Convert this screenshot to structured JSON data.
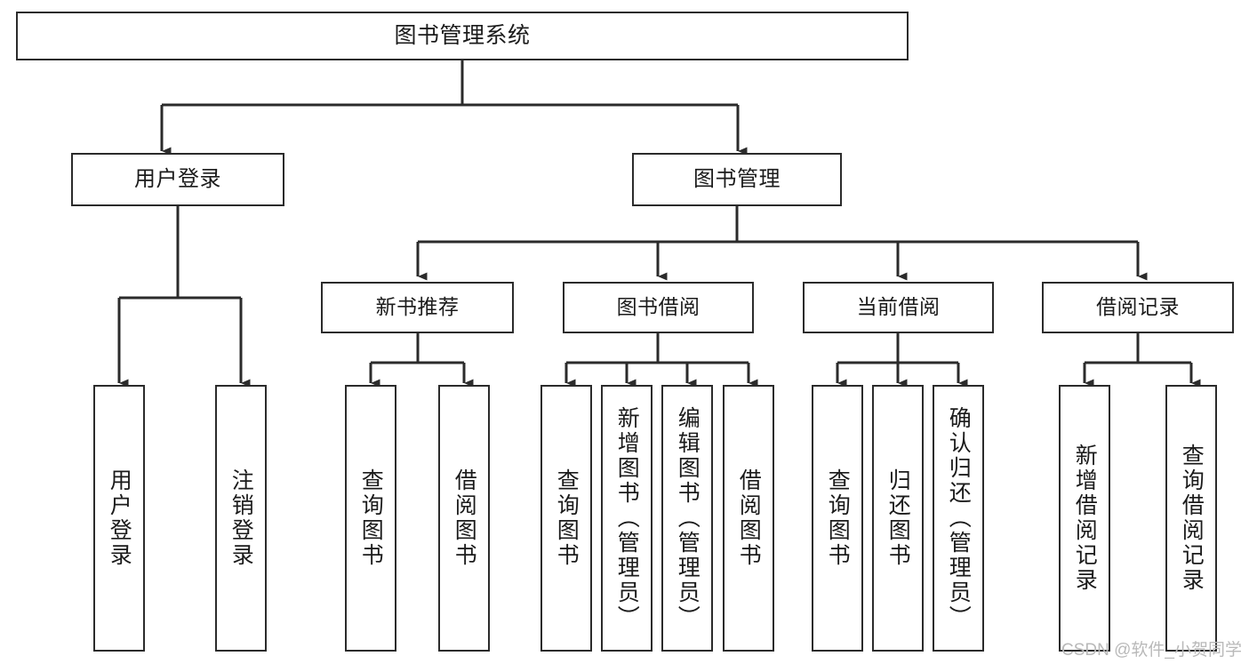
{
  "diagram": {
    "title": "图书管理系统",
    "type": "tree",
    "root": {
      "id": "root",
      "label": "图书管理系统"
    },
    "level2": [
      {
        "id": "user-login",
        "label": "用户登录"
      },
      {
        "id": "book-management",
        "label": "图书管理"
      }
    ],
    "level3": [
      {
        "id": "new-book-recommend",
        "label": "新书推荐",
        "parent": "book-management"
      },
      {
        "id": "book-borrow",
        "label": "图书借阅",
        "parent": "book-management"
      },
      {
        "id": "current-borrow",
        "label": "当前借阅",
        "parent": "book-management"
      },
      {
        "id": "borrow-record",
        "label": "借阅记录",
        "parent": "book-management"
      }
    ],
    "leaves": [
      {
        "id": "leaf-user-login",
        "label": "用户登录",
        "parent": "user-login"
      },
      {
        "id": "leaf-logout-login",
        "label": "注销登录",
        "parent": "user-login"
      },
      {
        "id": "leaf-query-book-1",
        "label": "查询图书",
        "parent": "new-book-recommend"
      },
      {
        "id": "leaf-borrow-book-1",
        "label": "借阅图书",
        "parent": "new-book-recommend"
      },
      {
        "id": "leaf-query-book-2",
        "label": "查询图书",
        "parent": "book-borrow"
      },
      {
        "id": "leaf-add-book",
        "label": "新增图书（管理员）",
        "parent": "book-borrow"
      },
      {
        "id": "leaf-edit-book",
        "label": "编辑图书（管理员）",
        "parent": "book-borrow"
      },
      {
        "id": "leaf-borrow-book-2",
        "label": "借阅图书",
        "parent": "book-borrow"
      },
      {
        "id": "leaf-query-book-3",
        "label": "查询图书",
        "parent": "current-borrow"
      },
      {
        "id": "leaf-return-book",
        "label": "归还图书",
        "parent": "current-borrow"
      },
      {
        "id": "leaf-confirm-return",
        "label": "确认归还（管理员）",
        "parent": "current-borrow"
      },
      {
        "id": "leaf-add-record",
        "label": "新增借阅记录",
        "parent": "borrow-record"
      },
      {
        "id": "leaf-query-record",
        "label": "查询借阅记录",
        "parent": "borrow-record"
      }
    ],
    "colors": {
      "stroke": "#2b2b2b",
      "background": "#ffffff",
      "text": "#1b1b1b",
      "watermark": "#b9b9b9"
    }
  },
  "watermark": {
    "text": "CSDN @软件_小贺同学"
  }
}
